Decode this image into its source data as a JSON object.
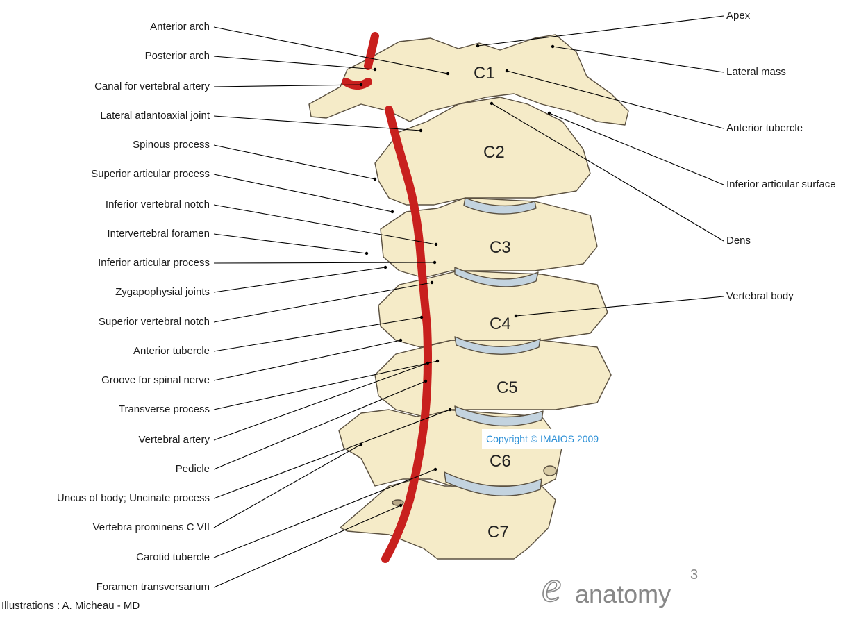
{
  "left_labels": [
    "Anterior arch",
    "Posterior arch",
    "Canal for vertebral artery",
    "Lateral atlantoaxial joint",
    "Spinous process",
    "Superior articular process",
    "Inferior vertebral notch",
    "Intervertebral foramen",
    "Inferior articular process",
    "Zygapophysial joints",
    "Superior vertebral notch",
    "Anterior tubercle",
    "Groove for spinal nerve",
    "Transverse process",
    "Vertebral artery",
    "Pedicle",
    "Uncus of body; Uncinate process",
    "Vertebra prominens C VII",
    "Carotid tubercle",
    "Foramen transversarium"
  ],
  "right_labels": [
    "Apex",
    "Lateral mass",
    "Anterior tubercle",
    "Inferior articular surface",
    "Dens",
    "Vertebral body"
  ],
  "vertebrae": [
    "C1",
    "C2",
    "C3",
    "C4",
    "C5",
    "C6",
    "C7"
  ],
  "copyright": "Copyright © IMAIOS 2009",
  "credit": "Illustrations : A. Micheau - MD",
  "logo": {
    "text": "anatomy",
    "superscript": "3",
    "letter": "e"
  },
  "colors": {
    "bone": "#f5ebc8",
    "bone_outline": "#5a5040",
    "disc": "#c3d3df",
    "artery": "#c8201e",
    "leader": "#000000",
    "copyright": "#2b8fd6"
  }
}
